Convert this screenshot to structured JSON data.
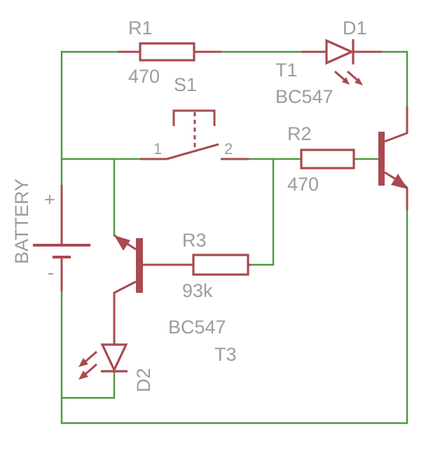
{
  "components": {
    "r1": {
      "name": "R1",
      "value": "470"
    },
    "r2": {
      "name": "R2",
      "value": "470"
    },
    "r3": {
      "name": "R3",
      "value": "93k"
    },
    "d1": {
      "name": "D1"
    },
    "d2": {
      "name": "D2"
    },
    "s1": {
      "name": "S1",
      "pin1": "1",
      "pin2": "2"
    },
    "t1": {
      "name": "T1",
      "part": "BC547"
    },
    "t3": {
      "name": "T3",
      "part": "BC547"
    },
    "battery": {
      "name": "BATTERY",
      "plus": "+",
      "minus": "-"
    }
  },
  "colors": {
    "wire": "#4c9a3c",
    "component": "#a84a4f",
    "label": "#9c9c9c"
  }
}
